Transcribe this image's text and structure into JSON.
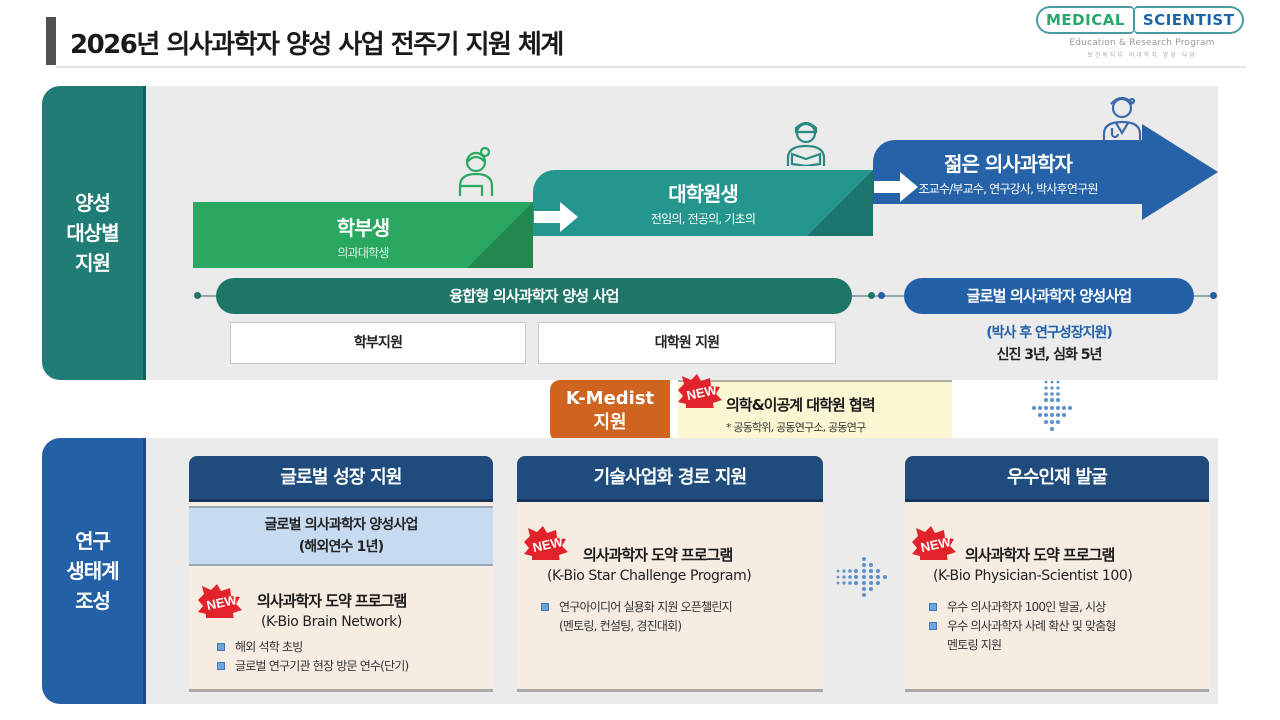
{
  "header": {
    "title": "2026년 의사과학자 양성 사업 전주기 지원 체계"
  },
  "logo": {
    "part1": "MEDICAL",
    "part2": "SCIENTIST",
    "subtitle": "Education & Research Program",
    "subtitle_kr": "보건복지부 의과학자 양성 사업",
    "colors": {
      "green": "#2aa56a",
      "blue": "#1e63a8"
    }
  },
  "sections": {
    "training": {
      "label": "양성\n대상별\n지원",
      "color": "#1f7d75"
    },
    "ecosystem": {
      "label": "연구\n생태계\n조성",
      "color": "#2460a8"
    }
  },
  "stages": [
    {
      "name": "학부생",
      "desc": "의과대학생",
      "color": "#2aa862",
      "icon": "student-woman-icon"
    },
    {
      "name": "대학원생",
      "desc": "전임의, 전공의, 기초의",
      "color": "#24968e",
      "icon": "graduate-reading-icon"
    },
    {
      "name": "젊은 의사과학자",
      "desc": "조교수/부교수, 연구강사, 박사후연구원",
      "color": "#2562a8",
      "icon": "doctor-icon"
    }
  ],
  "programs": {
    "convergence": {
      "label": "융합형 의사과학자 양성 사업",
      "sub": [
        "학부지원",
        "대학원 지원"
      ],
      "color": "#1f7568"
    },
    "global": {
      "label": "글로벌 의사과학자 양성사업",
      "note1": "(박사 후 연구성장지원)",
      "note2": "신진 3년, 심화 5년",
      "color": "#2460a8"
    }
  },
  "kmedist": {
    "label_line1": "K-Medist",
    "label_line2": "지원",
    "badge": "NEW",
    "title": "의학&이공계 대학원 협력",
    "note": "* 공동학위, 공동연구소, 공동연구",
    "color": "#cf6420"
  },
  "cards": [
    {
      "heading": "글로벌 성장 지원",
      "band_line1": "글로벌 의사과학자 양성사업",
      "band_line2": "(해외연수 1년)",
      "badge": "NEW",
      "program_title": "의사과학자 도약 프로그램",
      "program_en": "(K-Bio Brain Network)",
      "bullets": [
        "해외 석학 초빙",
        "글로벌 연구기관 현장 방문 연수(단기)"
      ]
    },
    {
      "heading": "기술사업화 경로 지원",
      "badge": "NEW",
      "program_title": "의사과학자 도약 프로그램",
      "program_en": "(K-Bio Star Challenge Program)",
      "bullets": [
        "연구아이디어 실용화 지원 오픈챌린지"
      ],
      "bullet_continuation": "(멘토링, 컨설팅, 경진대회)"
    },
    {
      "heading": "우수인재 발굴",
      "badge": "NEW",
      "program_title": "의사과학자 도약 프로그램",
      "program_en": "(K-Bio Physician-Scientist 100)",
      "bullets": [
        "우수 의사과학자 100인 발굴, 시상",
        "우수 의사과학자 사례 확산 및 맞춤형"
      ],
      "bullet_continuation": "멘토링 지원"
    }
  ]
}
